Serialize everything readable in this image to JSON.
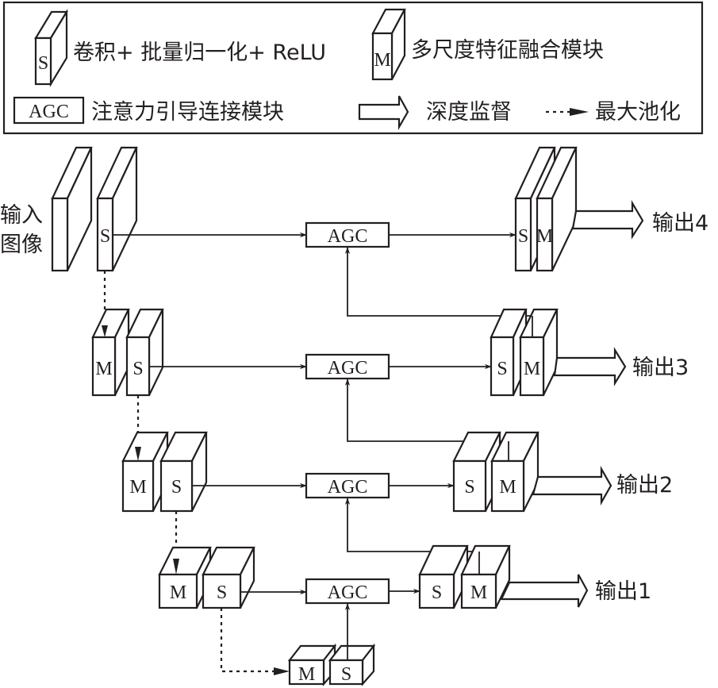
{
  "legend": {
    "items": [
      {
        "symbol": "S",
        "icon": "cube-icon",
        "label": "卷积+ 批量归一化+ ReLU"
      },
      {
        "symbol": "M",
        "icon": "cube-icon",
        "label": "多尺度特征融合模块"
      },
      {
        "symbol": "AGC",
        "icon": "box-icon",
        "label": "注意力引导连接模块"
      },
      {
        "symbol": "",
        "icon": "hollow-arrow-icon",
        "label": "深度监督"
      },
      {
        "symbol": "",
        "icon": "dotted-arrow-icon",
        "label": "最大池化"
      }
    ]
  },
  "input": {
    "line1": "输入",
    "line2": "图像"
  },
  "blocks": {
    "s": "S",
    "m": "M",
    "agc": "AGC"
  },
  "outputs": [
    "输出1",
    "输出2",
    "输出3",
    "输出4"
  ]
}
